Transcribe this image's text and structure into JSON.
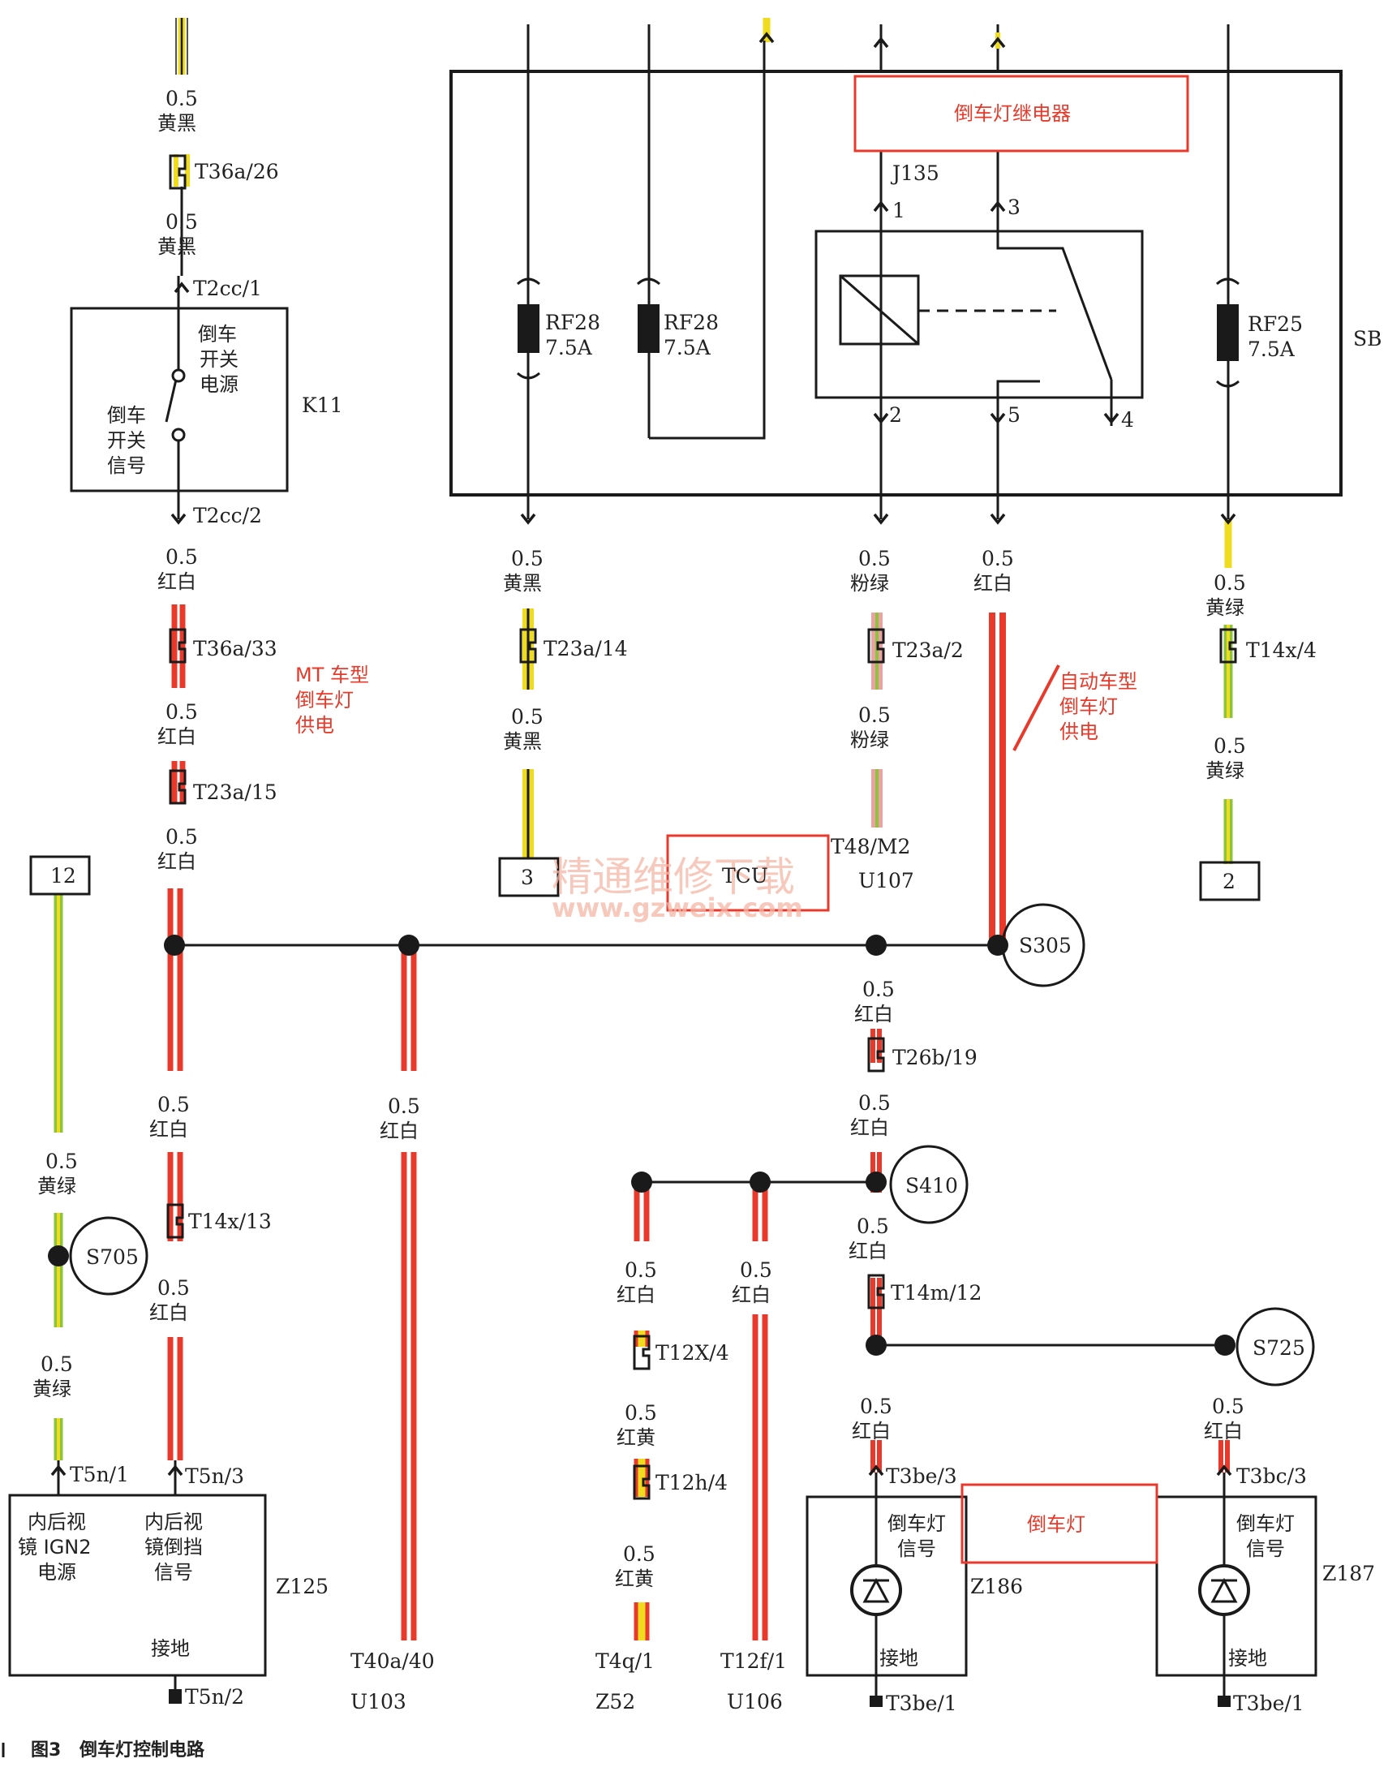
{
  "caption": {
    "fig": "图3",
    "title": "倒车灯控制电路"
  },
  "relay": {
    "title": "倒车灯继电器",
    "id": "J135",
    "pins": [
      "1",
      "2",
      "3",
      "4",
      "5"
    ]
  },
  "sb_box": "SB",
  "fuses": [
    {
      "name": "RF28",
      "rating": "7.5A"
    },
    {
      "name": "RF28",
      "rating": "7.5A"
    },
    {
      "name": "RF25",
      "rating": "7.5A"
    }
  ],
  "k11": {
    "id": "K11",
    "top": "倒车\n开关\n电源",
    "bottom": "倒车\n开关\n信号"
  },
  "wires": {
    "yb": {
      "size": "0.5",
      "color": "黄黑"
    },
    "rw": {
      "size": "0.5",
      "color": "红白"
    },
    "pg": {
      "size": "0.5",
      "color": "粉绿"
    },
    "yg": {
      "size": "0.5",
      "color": "黄绿"
    },
    "ry": {
      "size": "0.5",
      "color": "红黄"
    }
  },
  "connectors": {
    "T36a_26": "T36a/26",
    "T2cc_1": "T2cc/1",
    "T2cc_2": "T2cc/2",
    "T36a_33": "T36a/33",
    "T23a_15": "T23a/15",
    "T23a_14": "T23a/14",
    "T23a_2": "T23a/2",
    "T14x_4": "T14x/4",
    "T48_M2": "T48/M2",
    "T26b_19": "T26b/19",
    "T14x_13": "T14x/13",
    "T14m_12": "T14m/12",
    "T12X_4": "T12X/4",
    "T12h_4": "T12h/4",
    "T5n_1": "T5n/1",
    "T5n_3": "T5n/3",
    "T5n_2": "T5n/2",
    "T3be_3": "T3be/3",
    "T3bc_3": "T3bc/3",
    "T3be_1a": "T3be/1",
    "T3be_1b": "T3be/1",
    "T40a_40": "T40a/40",
    "T4q_1": "T4q/1",
    "T12f_1": "T12f/1"
  },
  "modules": {
    "U103": "U103",
    "Z52": "Z52",
    "U106": "U106",
    "U107": "U107",
    "TCU": "TCU",
    "Z125": "Z125",
    "Z186": "Z186",
    "Z187": "Z187"
  },
  "splices": {
    "S305": "S305",
    "S410": "S410",
    "S705": "S705",
    "S725": "S725"
  },
  "terminals": {
    "t12": "12",
    "t3": "3",
    "t2": "2"
  },
  "notes": {
    "mt": "MT 车型\n倒车灯\n供电",
    "at": "自动车型\n倒车灯\n供电",
    "lamp": "倒车灯"
  },
  "z125": {
    "ign": "内后视\n镜 IGN2\n电源",
    "rev": "内后视\n镜倒挡\n信号",
    "gnd": "接地"
  },
  "lamps": {
    "sig": "倒车灯\n信号",
    "gnd": "接地"
  },
  "watermark": {
    "cn": "精通维修下载",
    "url": "www.gzweix.com"
  },
  "colors": {
    "red": "#e8392b",
    "yellow": "#f0dc1e",
    "green": "#8cc43c",
    "pink": "#e9a3a3",
    "black": "#1a1a1a",
    "note_red": "#e83a2a"
  }
}
